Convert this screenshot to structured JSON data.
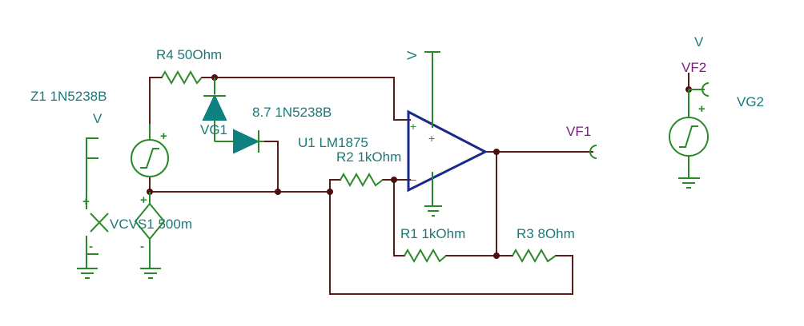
{
  "labels": {
    "z1": "Z1 1N5238B",
    "z1_v": "V",
    "r4": "R4 50Ohm",
    "d2": "8.7 1N5238B",
    "vg1": "VG1",
    "u1": "U1 LM1875",
    "r2": "R2 1kOhm",
    "vcvs": "VCVS1 500m",
    "r1": "R1 1kOhm",
    "r3": "R3 8Ohm",
    "vf1": "VF1",
    "v_top": "V",
    "v_right": "V",
    "vf2": "VF2",
    "vg2": "VG2"
  },
  "signs": {
    "plus": "+",
    "minus": "−",
    "minus_small": "-"
  },
  "colors": {
    "wire": "#5a1a1a",
    "component": "#2a8a2a",
    "diode_fill": "#0f8080",
    "opamp": "#1a2a88",
    "label": "#1a7a7a",
    "probe_label": "#7a1a7a"
  }
}
